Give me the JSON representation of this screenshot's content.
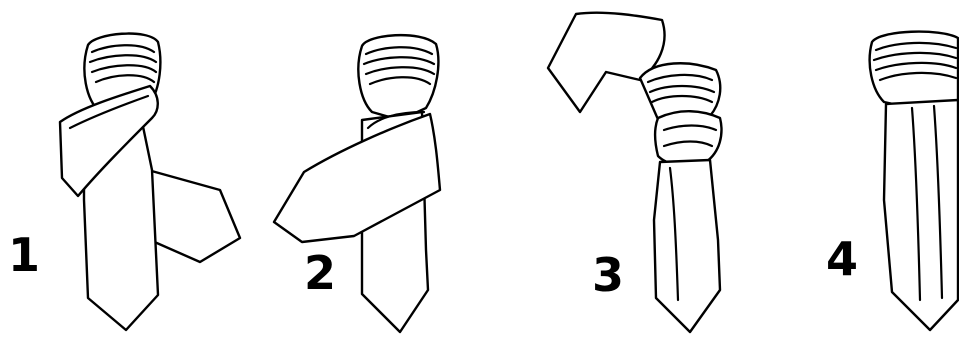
{
  "steps": [
    {
      "number": "1",
      "icon": "tie-step-1-icon"
    },
    {
      "number": "2",
      "icon": "tie-step-2-icon"
    },
    {
      "number": "3",
      "icon": "tie-step-3-icon"
    },
    {
      "number": "4",
      "icon": "tie-step-4-icon"
    }
  ],
  "colors": {
    "ink": "#000000",
    "paper": "#ffffff"
  }
}
